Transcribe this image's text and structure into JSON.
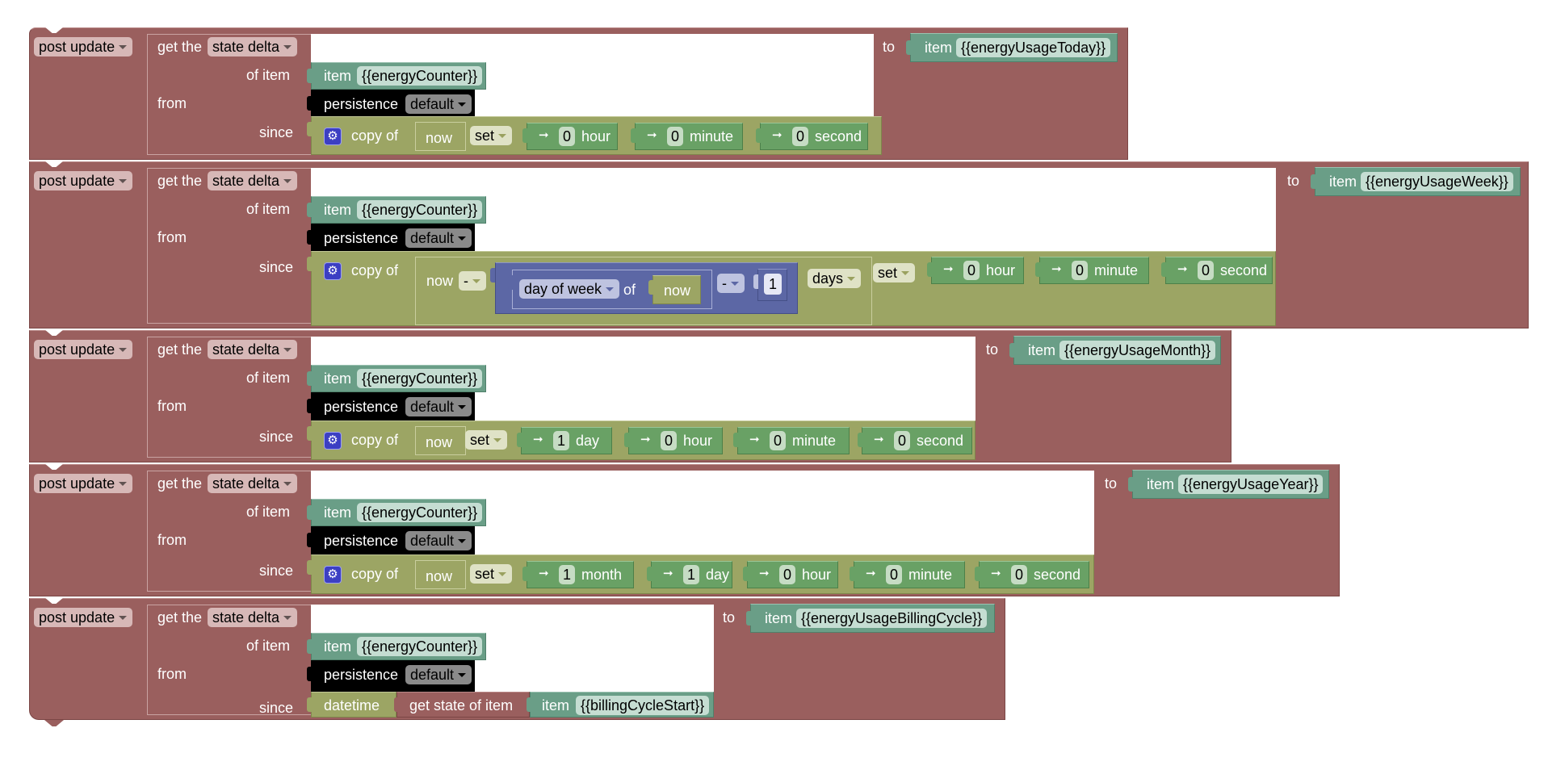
{
  "colors": {
    "rule_block": "#9a5f5e",
    "item_block": "#6a9e87",
    "persistence_block": "#000000",
    "datetime_block": "#9ca564",
    "duration_block": "#69a165",
    "math_block": "#5c67a5"
  },
  "common": {
    "post_update": "post update",
    "get_the": "get the",
    "state_delta": "state delta",
    "of_item": "of item",
    "from": "from",
    "since": "since",
    "to": "to",
    "item": "item",
    "persistence": "persistence",
    "default": "default",
    "copy_of": "copy of",
    "now": "now",
    "set": "set",
    "gear_icon": "gear-icon",
    "arrow_icon": "arrow-right-icon"
  },
  "blocks": [
    {
      "source_item": "{{energyCounter}}",
      "target_item": "{{energyUsageToday}}",
      "since_set": [
        {
          "value": "0",
          "unit": "hour"
        },
        {
          "value": "0",
          "unit": "minute"
        },
        {
          "value": "0",
          "unit": "second"
        }
      ]
    },
    {
      "source_item": "{{energyCounter}}",
      "target_item": "{{energyUsageWeek}}",
      "minus_op": "-",
      "day_of_week": "day of week",
      "of": "of",
      "math_op": "-",
      "math_value": "1",
      "days": "days",
      "since_set": [
        {
          "value": "0",
          "unit": "hour"
        },
        {
          "value": "0",
          "unit": "minute"
        },
        {
          "value": "0",
          "unit": "second"
        }
      ]
    },
    {
      "source_item": "{{energyCounter}}",
      "target_item": "{{energyUsageMonth}}",
      "since_set": [
        {
          "value": "1",
          "unit": "day"
        },
        {
          "value": "0",
          "unit": "hour"
        },
        {
          "value": "0",
          "unit": "minute"
        },
        {
          "value": "0",
          "unit": "second"
        }
      ]
    },
    {
      "source_item": "{{energyCounter}}",
      "target_item": "{{energyUsageYear}}",
      "since_set": [
        {
          "value": "1",
          "unit": "month"
        },
        {
          "value": "1",
          "unit": "day"
        },
        {
          "value": "0",
          "unit": "hour"
        },
        {
          "value": "0",
          "unit": "minute"
        },
        {
          "value": "0",
          "unit": "second"
        }
      ]
    },
    {
      "source_item": "{{energyCounter}}",
      "target_item": "{{energyUsageBillingCycle}}",
      "datetime": "datetime",
      "get_state_of_item": "get state of item",
      "state_item": "{{billingCycleStart}}"
    }
  ]
}
